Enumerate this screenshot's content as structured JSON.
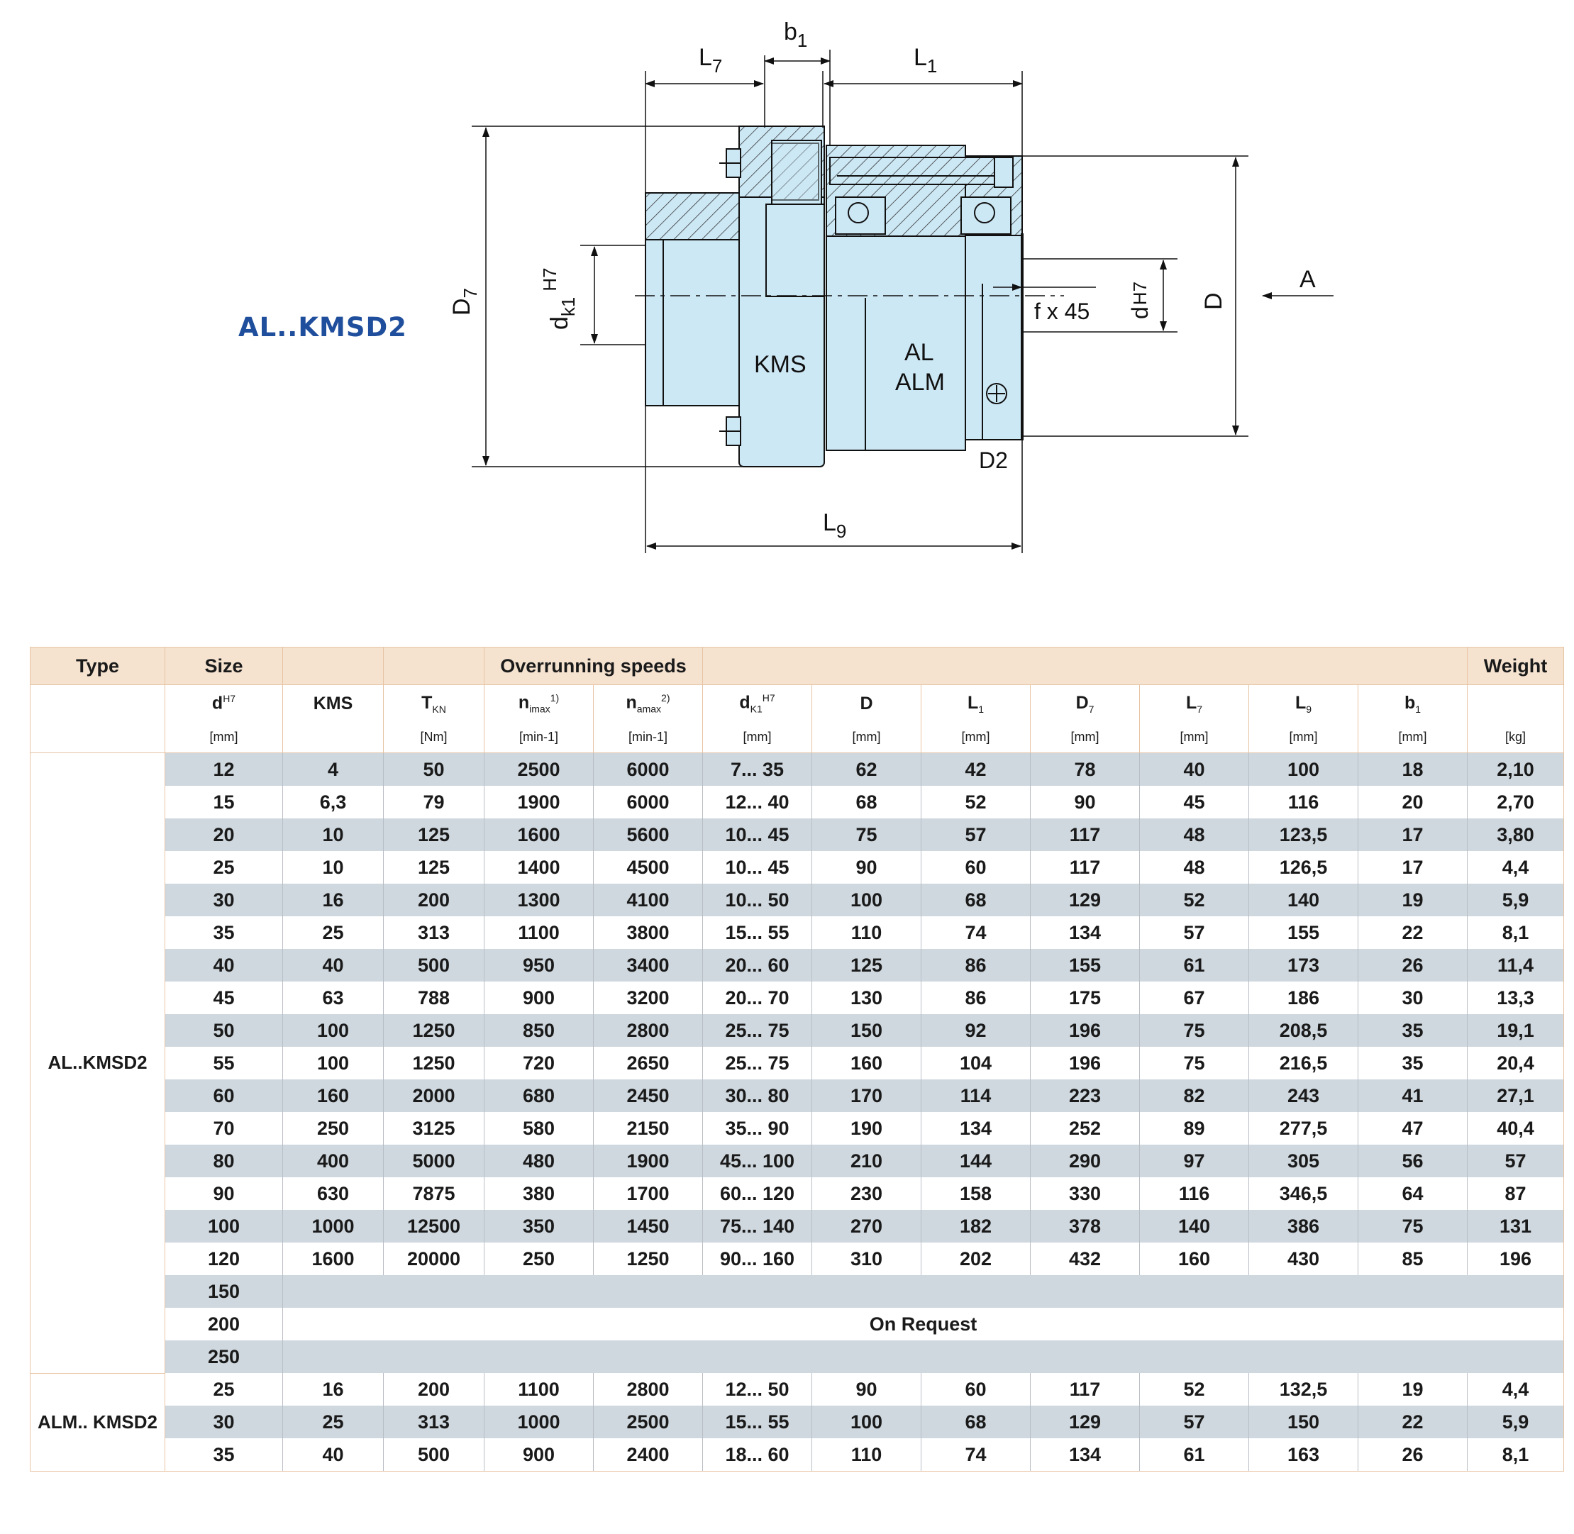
{
  "drawing": {
    "type_label": "AL..KMSD2",
    "labels": {
      "l7": "L",
      "l7_sub": "7",
      "b1": "b",
      "b1_sub": "1",
      "l1": "L",
      "l1_sub": "1",
      "d7": "D",
      "d7_sub": "7",
      "dk1": "d",
      "dk1_sub": "k1",
      "dk1_sup": "H7",
      "kms": "KMS",
      "al": "AL",
      "alm": "ALM",
      "fx45": "f x 45",
      "dh7": "d",
      "dh7_sup": "H7",
      "d": "D",
      "a": "A",
      "d2": "D2",
      "l9": "L",
      "l9_sub": "9"
    },
    "colors": {
      "body": "#cde8f5",
      "line": "#111111",
      "accent": "#1f4e9c"
    }
  },
  "table": {
    "header": {
      "type": "Type",
      "size": "Size",
      "overrunning": "Overrunning speeds",
      "weight": "Weight"
    },
    "columns": [
      {
        "sym": "d",
        "sup": "H7",
        "sub": "",
        "unit": "[mm]"
      },
      {
        "sym": "KMS",
        "sup": "",
        "sub": "",
        "unit": ""
      },
      {
        "sym": "T",
        "sup": "",
        "sub": "KN",
        "unit": "[Nm]"
      },
      {
        "sym": "n",
        "sup": "1)",
        "sub": "imax",
        "unit": "[min-1]"
      },
      {
        "sym": "n",
        "sup": "2)",
        "sub": "amax",
        "unit": "[min-1]"
      },
      {
        "sym": "d",
        "sup": "H7",
        "sub": "K1",
        "unit": "[mm]"
      },
      {
        "sym": "D",
        "sup": "",
        "sub": "",
        "unit": "[mm]"
      },
      {
        "sym": "L",
        "sup": "",
        "sub": "1",
        "unit": "[mm]"
      },
      {
        "sym": "D",
        "sup": "",
        "sub": "7",
        "unit": "[mm]"
      },
      {
        "sym": "L",
        "sup": "",
        "sub": "7",
        "unit": "[mm]"
      },
      {
        "sym": "L",
        "sup": "",
        "sub": "9",
        "unit": "[mm]"
      },
      {
        "sym": "b",
        "sup": "",
        "sub": "1",
        "unit": "[mm]"
      },
      {
        "sym": "",
        "sup": "",
        "sub": "",
        "unit": "[kg]"
      }
    ],
    "groups": [
      {
        "type": "AL..KMSD2",
        "rows": [
          [
            "12",
            "4",
            "50",
            "2500",
            "6000",
            "7... 35",
            "62",
            "42",
            "78",
            "40",
            "100",
            "18",
            "2,10"
          ],
          [
            "15",
            "6,3",
            "79",
            "1900",
            "6000",
            "12... 40",
            "68",
            "52",
            "90",
            "45",
            "116",
            "20",
            "2,70"
          ],
          [
            "20",
            "10",
            "125",
            "1600",
            "5600",
            "10... 45",
            "75",
            "57",
            "117",
            "48",
            "123,5",
            "17",
            "3,80"
          ],
          [
            "25",
            "10",
            "125",
            "1400",
            "4500",
            "10... 45",
            "90",
            "60",
            "117",
            "48",
            "126,5",
            "17",
            "4,4"
          ],
          [
            "30",
            "16",
            "200",
            "1300",
            "4100",
            "10... 50",
            "100",
            "68",
            "129",
            "52",
            "140",
            "19",
            "5,9"
          ],
          [
            "35",
            "25",
            "313",
            "1100",
            "3800",
            "15... 55",
            "110",
            "74",
            "134",
            "57",
            "155",
            "22",
            "8,1"
          ],
          [
            "40",
            "40",
            "500",
            "950",
            "3400",
            "20... 60",
            "125",
            "86",
            "155",
            "61",
            "173",
            "26",
            "11,4"
          ],
          [
            "45",
            "63",
            "788",
            "900",
            "3200",
            "20... 70",
            "130",
            "86",
            "175",
            "67",
            "186",
            "30",
            "13,3"
          ],
          [
            "50",
            "100",
            "1250",
            "850",
            "2800",
            "25... 75",
            "150",
            "92",
            "196",
            "75",
            "208,5",
            "35",
            "19,1"
          ],
          [
            "55",
            "100",
            "1250",
            "720",
            "2650",
            "25... 75",
            "160",
            "104",
            "196",
            "75",
            "216,5",
            "35",
            "20,4"
          ],
          [
            "60",
            "160",
            "2000",
            "680",
            "2450",
            "30... 80",
            "170",
            "114",
            "223",
            "82",
            "243",
            "41",
            "27,1"
          ],
          [
            "70",
            "250",
            "3125",
            "580",
            "2150",
            "35... 90",
            "190",
            "134",
            "252",
            "89",
            "277,5",
            "47",
            "40,4"
          ],
          [
            "80",
            "400",
            "5000",
            "480",
            "1900",
            "45... 100",
            "210",
            "144",
            "290",
            "97",
            "305",
            "56",
            "57"
          ],
          [
            "90",
            "630",
            "7875",
            "380",
            "1700",
            "60... 120",
            "230",
            "158",
            "330",
            "116",
            "346,5",
            "64",
            "87"
          ],
          [
            "100",
            "1000",
            "12500",
            "350",
            "1450",
            "75... 140",
            "270",
            "182",
            "378",
            "140",
            "386",
            "75",
            "131"
          ],
          [
            "120",
            "1600",
            "20000",
            "250",
            "1250",
            "90... 160",
            "310",
            "202",
            "432",
            "160",
            "430",
            "85",
            "196"
          ]
        ],
        "request_sizes": [
          "150",
          "200",
          "250"
        ],
        "request_text": "On Request"
      },
      {
        "type": "ALM.. KMSD2",
        "rows": [
          [
            "25",
            "16",
            "200",
            "1100",
            "2800",
            "12... 50",
            "90",
            "60",
            "117",
            "52",
            "132,5",
            "19",
            "4,4"
          ],
          [
            "30",
            "25",
            "313",
            "1000",
            "2500",
            "15... 55",
            "100",
            "68",
            "129",
            "57",
            "150",
            "22",
            "5,9"
          ],
          [
            "35",
            "40",
            "500",
            "900",
            "2400",
            "18... 60",
            "110",
            "74",
            "134",
            "61",
            "163",
            "26",
            "8,1"
          ]
        ]
      }
    ]
  }
}
